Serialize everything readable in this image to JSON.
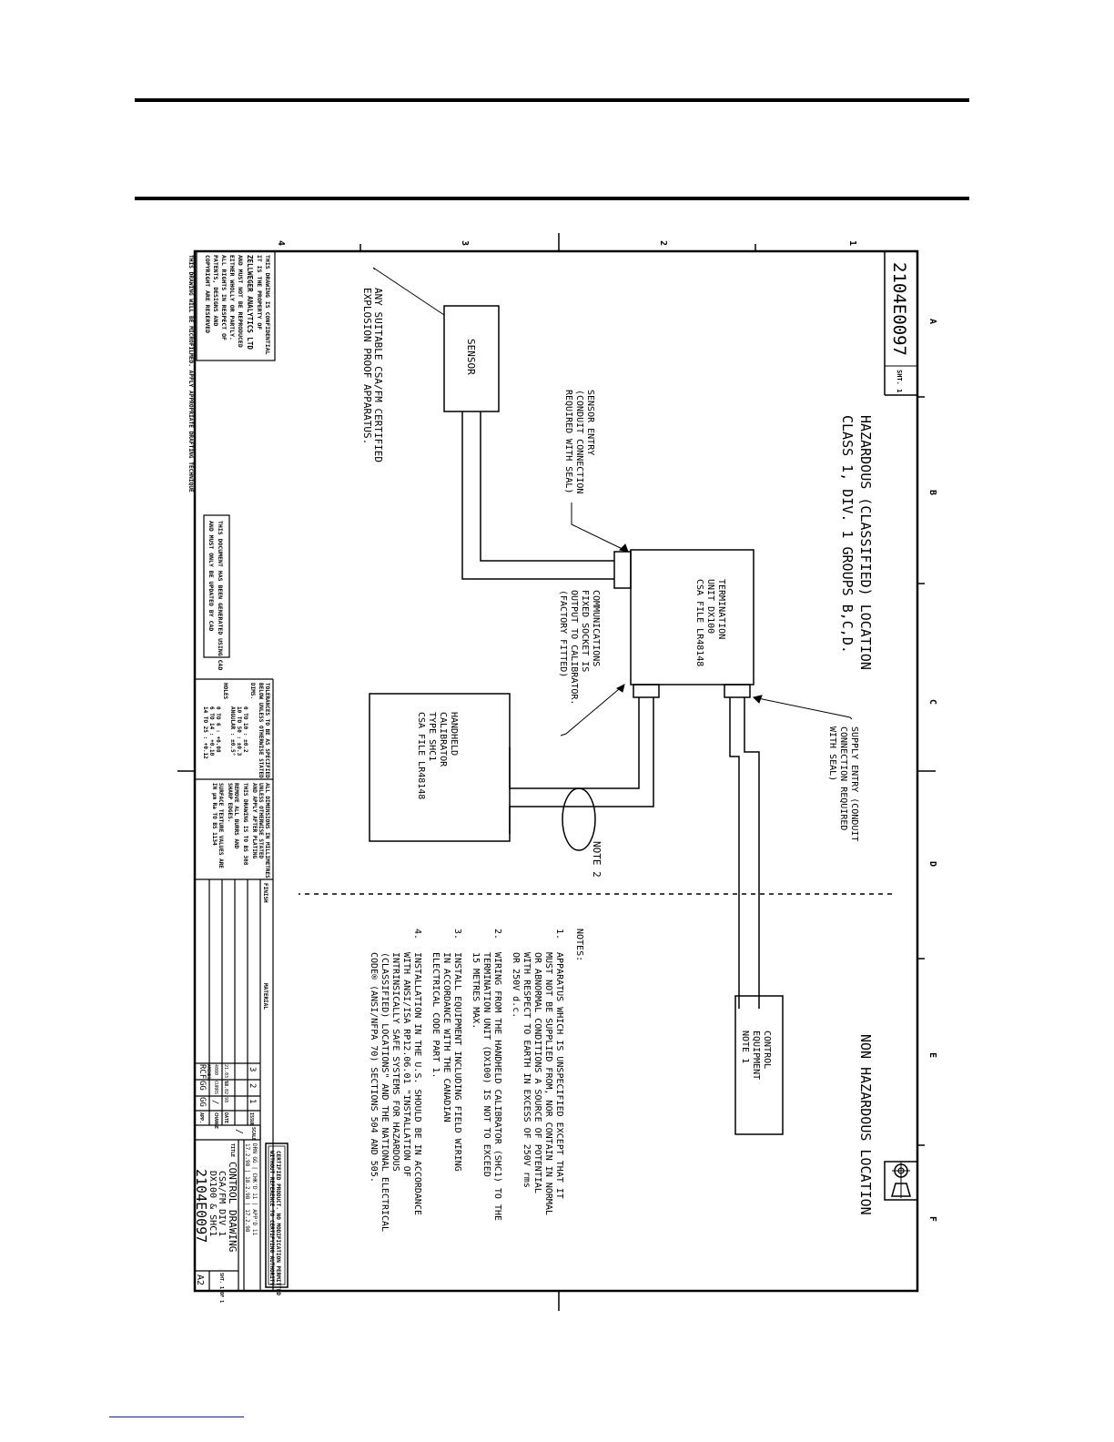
{
  "drawing_number": "2104E0097",
  "sheet_label": "SHT. 1",
  "sheet_count_label": "SHT. 1 OF 1",
  "size_code": "A2",
  "hazardous_area": {
    "line1": "HAZARDOUS (CLASSIFIED) LOCATION",
    "line2": "CLASS 1, DIV. 1 GROUPS B,C,D."
  },
  "non_hazardous_area": "NON HAZARDOUS LOCATION",
  "components": {
    "sensor": "SENSOR",
    "sensor_note": [
      "ANY SUITABLE CSA/FM CERTIFIED",
      "EXPLOSION PROOF APPARATUS."
    ],
    "sensor_entry": [
      "SENSOR ENTRY",
      "(CONDUIT CONNECTION",
      "REQUIRED WITH SEAL)"
    ],
    "termination_unit": [
      "TERMINATION",
      "UNIT DX100",
      "CSA FILE LR48148"
    ],
    "communications": [
      "COMMUNICATIONS",
      "FIXED SOCKET IS",
      "OUTPUT TO CALIBRATOR.",
      "(FACTORY FITTED)"
    ],
    "supply_entry": [
      "SUPPLY ENTRY (CONDUIT",
      "CONNECTION REQUIRED",
      "WITH SEAL)"
    ],
    "calibrator": [
      "HANDHELD",
      "CALIBRATOR",
      "TYPE SHC1",
      "CSA FILE LR48148"
    ],
    "note2_label": "NOTE 2",
    "control_equipment": [
      "CONTROL",
      "EQUIPMENT",
      "NOTE 1"
    ]
  },
  "notes": {
    "heading": "NOTES:",
    "items": [
      {
        "num": "1.",
        "lines": [
          "APPARATUS WHICH IS UNSPECIFIED EXCEPT THAT IT",
          "MUST NOT BE SUPPLIED FROM, NOR CONTAIN IN NORMAL",
          "OR ABNORMAL CONDITIONS A SOURCE OF POTENTIAL",
          "WITH RESPECT TO EARTH IN EXCESS OF 250V rms",
          "OR 250V d.c."
        ]
      },
      {
        "num": "2.",
        "lines": [
          "WIRING FROM THE HANDHELD CALIBRATOR (SHC1) TO THE",
          "TERMINATION UNIT (DX100) IS NOT TO EXCEED",
          "15 METRES MAX."
        ]
      },
      {
        "num": "3.",
        "lines": [
          "INSTALL EQUIPMENT INCLUDING FIELD WIRING",
          "IN ACCORDANCE WITH THE CANADIAN",
          "ELECTRICAL CODE PART 1."
        ]
      },
      {
        "num": "4.",
        "lines": [
          "INSTALLATION IN THE U.S. SHOULD BE IN ACCORDANCE",
          "WITH ANSI/ISA RP12.06.01 \"INSTALLATION OF",
          "INTRINSICALLY SAFE SYSTEMS FOR HAZARDOUS",
          "(CLASSIFIED) LOCATIONS\" AND THE NATIONAL ELECTRICAL",
          "CODE® (ANSI/NFPA 70) SECTIONS 504 AND 505."
        ]
      }
    ]
  },
  "grid": {
    "rows": [
      "1",
      "2",
      "3",
      "4"
    ],
    "cols": [
      "A",
      "B",
      "C",
      "D",
      "E",
      "F"
    ]
  },
  "confidential": [
    "THIS DRAWING IS CONFIDENTIAL",
    "IT IS THE PROPERTY OF",
    "ZELLWEGER ANALYTICS LTD",
    "AND MUST NOT BE REPRODUCED",
    "EITHER WHOLLY OR PARTLY.",
    "ALL RIGHTS IN RESPECT OF",
    "PATENTS, DESIGNS AND",
    "COPYRIGHT ARE RESERVED"
  ],
  "cad_note": [
    "THIS DOCUMENT HAS BEEN GENERATED USING CAD",
    "AND MUST ONLY BE UPDATED BY CAD"
  ],
  "microfilm_note": "THIS DRAWING WILL BE MICROFILMED. APPLY APPROPRIATE DRAFTING TECHNIQUE",
  "tolerances": [
    "TOLERANCES TO BE AS SPECIFIED",
    "BELOW UNLESS OTHERWISE STATED",
    "DIMS.",
    "0 TO 10 : ±0.2",
    "10 TO 50 : ±0.3",
    "ANGULAR : ±0.5°",
    "HOLES",
    "0 TO 6 : +0.08",
    "6 TO 14 : +0.10",
    "14 TO 25 : +0.12"
  ],
  "dims_note": [
    "ALL DIMENSIONS IN MILLIMETRES",
    "UNLESS OTHERWISE STATED",
    "AND APPLY AFTER PLATING",
    "THIS DRAWING IS TO BS 308",
    "REMOVE ALL BURRS AND",
    "SHARP EDGES.",
    "SURFACE TEXTURE VALUES ARE",
    "IN μm Ra TO BS 1134"
  ],
  "finish_label": "FINISH",
  "material_label": "MATERIAL",
  "certified_note": [
    "CERTIFIED PRODUCT. NO MODIFICATION PERMITTED",
    "WITHOUT REFERENCE TO CERTIFYING AUTHORITY"
  ],
  "revisions": {
    "headers": [
      "ISSUE",
      "DATE",
      "CHANGE",
      "APP."
    ],
    "rows": [
      {
        "issue": "3",
        "date": "21.03.98",
        "change": "4080",
        "app": "RCF"
      },
      {
        "issue": "2",
        "date": "12.02.98",
        "change": "CURRS",
        "app": "GG"
      },
      {
        "issue": "1",
        "date": "",
        "change": "/",
        "app": "GG"
      }
    ],
    "amended_label": "AMENDS."
  },
  "title_block": {
    "scale_label": "SCALE",
    "scale_value": "/",
    "sign_row": "DRN GG | CHK'D 11 | APP'D 11",
    "date_row": "17.2.98 | 18.2.98 | 17.2.98",
    "title_label": "TITLE",
    "title_lines": [
      "CONTROL DRAWING",
      "CSA/FM DIV 1",
      "DX100 & SHC1"
    ],
    "drawing_number": "2104E0097"
  }
}
